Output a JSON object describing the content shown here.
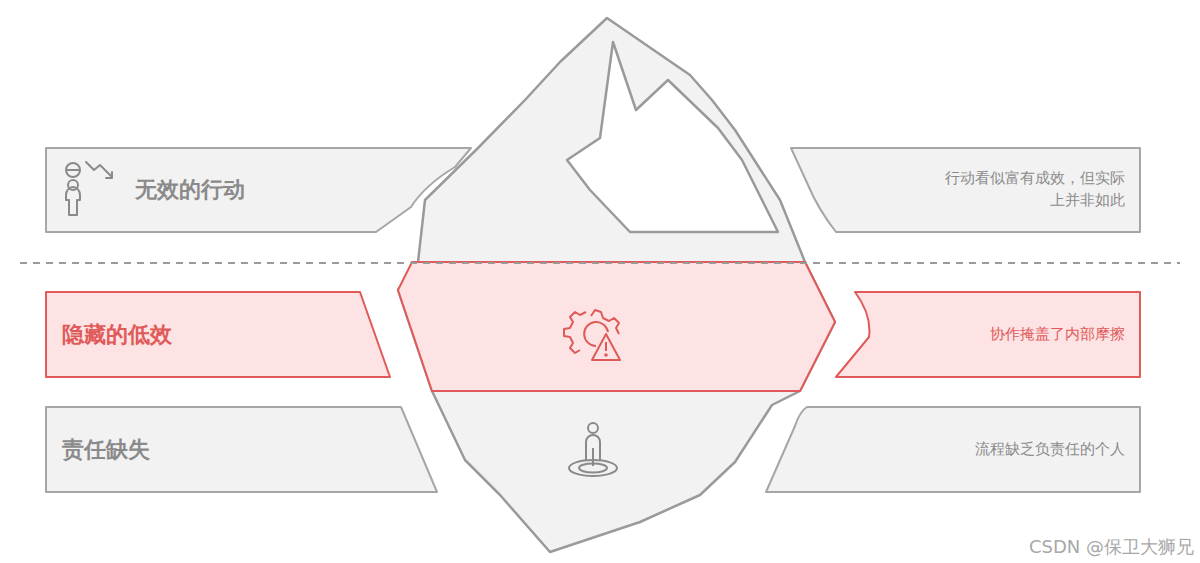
{
  "diagram": {
    "nodes": [
      {
        "text": [
          "无效的行动"
        ]
      },
      {
        "text": [
          "行动看似富有成效，但实际上并非如此"
        ]
      },
      {
        "text": [
          "隐藏的低效"
        ]
      },
      {
        "text": [
          "协作掩盖了内部摩擦"
        ]
      },
      {
        "text": [
          "责任缺失"
        ]
      },
      {
        "text": [
          "流程缺乏负责任的个人"
        ]
      }
    ],
    "labels": [
      "CSDN @保卫大狮兄"
    ]
  }
}
